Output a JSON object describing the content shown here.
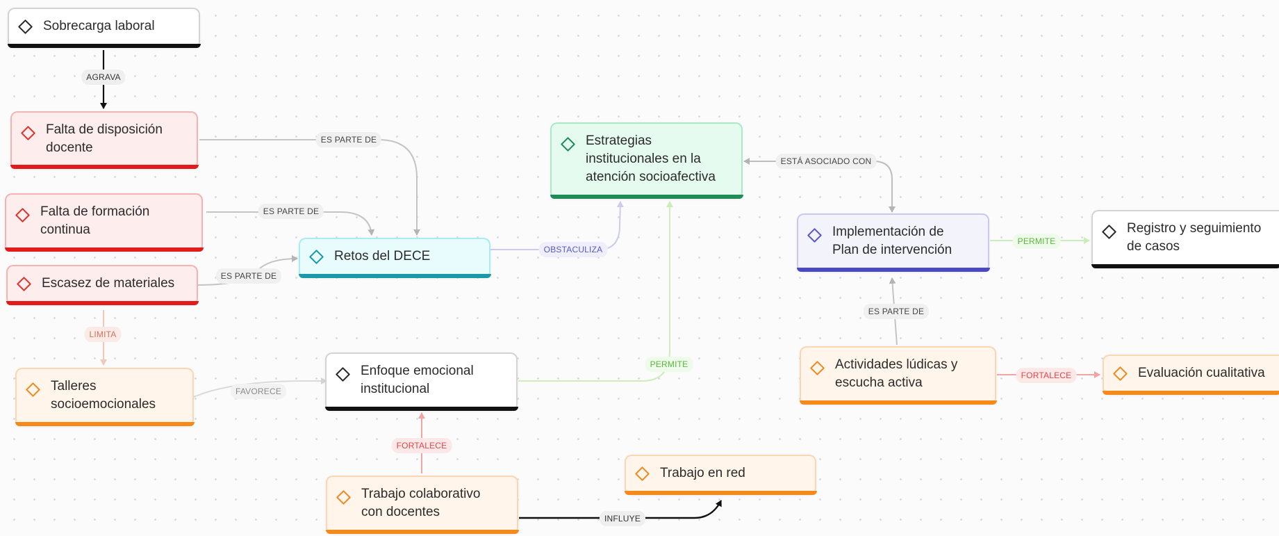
{
  "colors": {
    "black": "#111111",
    "red": "#e31a1a",
    "orange": "#f58a1a",
    "cyan": "#1a9aa8",
    "green": "#1f8c5a",
    "purple": "#4b48c8"
  },
  "icon": "diamond-icon",
  "nodes": {
    "sobrecarga": "Sobrecarga laboral",
    "falta_disposicion": "Falta de disposición docente",
    "falta_formacion": "Falta de formación continua",
    "escasez": "Escasez de materiales",
    "talleres": "Talleres socioemocionales",
    "retos": "Retos del DECE",
    "enfoque": "Enfoque emocional institucional",
    "trabajo_colab": "Trabajo colaborativo con docentes",
    "trabajo_red": "Trabajo en red",
    "estrategias": "Estrategias institucionales en la atención socioafectiva",
    "implementacion": "Implementación de Plan de intervención",
    "registro": "Registro y seguimiento de casos",
    "actividades": "Actividades lúdicas y escucha activa",
    "evaluacion": "Evaluación cualitativa"
  },
  "edges": {
    "agrava": "AGRAVA",
    "es_parte_de_1": "ES PARTE DE",
    "es_parte_de_2": "ES PARTE DE",
    "es_parte_de_3": "ES PARTE DE",
    "limita": "LIMITA",
    "favorece": "FAVORECE",
    "obstaculiza": "OBSTACULIZA",
    "permite_1": "PERMITE",
    "fortalece_1": "FORTALECE",
    "influye": "INFLUYE",
    "esta_asociado": "ESTÁ ASOCIADO CON",
    "permite_2": "PERMITE",
    "es_parte_de_4": "ES PARTE DE",
    "fortalece_2": "FORTALECE"
  }
}
